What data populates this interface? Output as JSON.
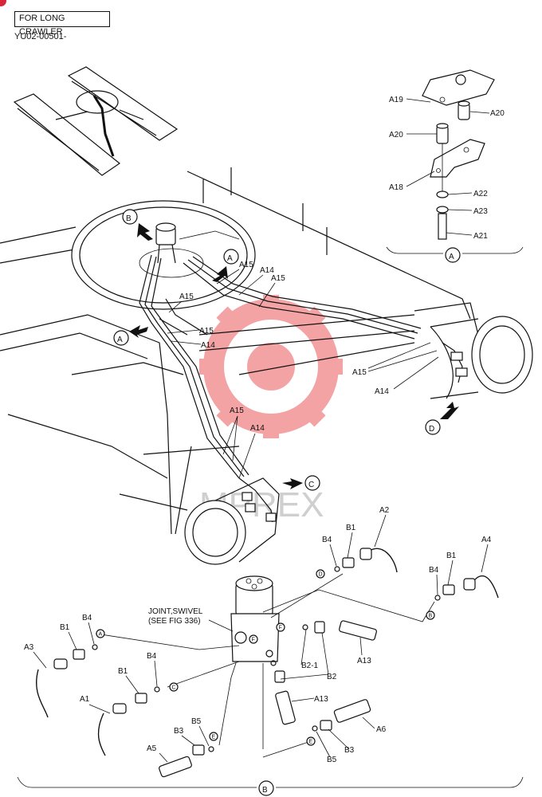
{
  "header": {
    "variant_label": "FOR LONG CRAWLER",
    "drawing_code": "YU02-00501-"
  },
  "watermark": {
    "text": "MPREX",
    "color": "#e8363a"
  },
  "views": {
    "A": "A",
    "B": "B",
    "C": "C",
    "D": "D"
  },
  "detail_a_labels": {
    "a19": "A19",
    "a20_top": "A20",
    "a20_left": "A20",
    "a18": "A18",
    "a22": "A22",
    "a23": "A23",
    "a21": "A21"
  },
  "main_labels": {
    "a15_1": "A15",
    "a14_1": "A14",
    "a15_2": "A15",
    "a15_3": "A15",
    "a15_4": "A15",
    "a14_2": "A14",
    "a15_5": "A15",
    "a14_3": "A14",
    "a15_6": "A15",
    "a14_4": "A14"
  },
  "parts_labels": {
    "joint_swivel_1": "JOINT,SWIVEL",
    "joint_swivel_2": "(SEE FIG 336)",
    "a1": "A1",
    "a2": "A2",
    "a3": "A3",
    "a4": "A4",
    "a5": "A5",
    "a6": "A6",
    "a13_1": "A13",
    "a13_2": "A13",
    "b1_1": "B1",
    "b1_2": "B1",
    "b1_3": "B1",
    "b1_4": "B1",
    "b2": "B2",
    "b2_1": "B2-1",
    "b3_1": "B3",
    "b3_2": "B3",
    "b4_1": "B4",
    "b4_2": "B4",
    "b4_3": "B4",
    "b4_4": "B4",
    "b5_1": "B5",
    "b5_2": "B5"
  },
  "port_tags": {
    "a": "A",
    "c": "C",
    "d": "D",
    "e1": "E",
    "e2": "E",
    "f1": "F",
    "f2": "F",
    "b": "B"
  }
}
